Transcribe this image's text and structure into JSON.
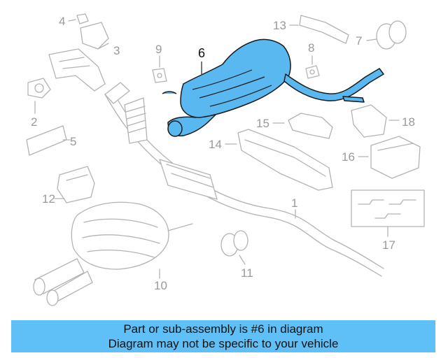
{
  "diagram": {
    "highlight_color": "#5ab8f0",
    "highlighted_callout": "6",
    "callouts": [
      "1",
      "2",
      "3",
      "4",
      "5",
      "6",
      "7",
      "8",
      "9",
      "10",
      "11",
      "12",
      "13",
      "14",
      "15",
      "16",
      "17",
      "18"
    ]
  },
  "caption": {
    "line1": "Part or sub-assembly is #6 in diagram",
    "line2": "Diagram may not be specific to your vehicle",
    "background": "#5ec0f6"
  }
}
